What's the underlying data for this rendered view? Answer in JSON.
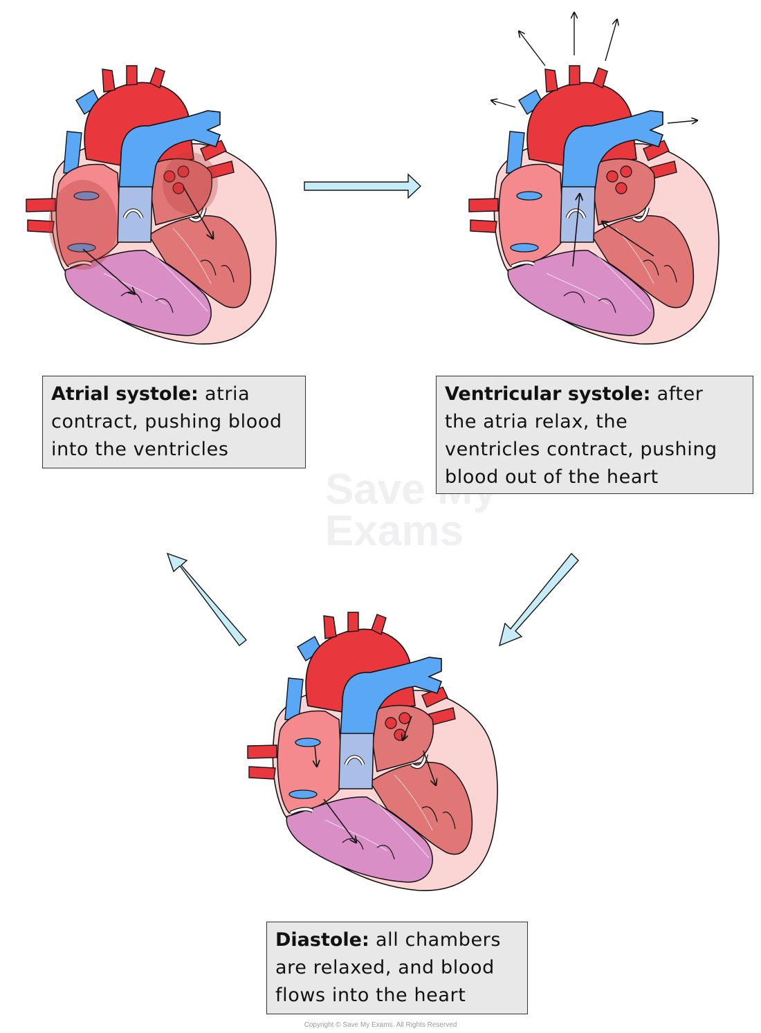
{
  "stages": {
    "atrial": {
      "term": "Atrial systole:",
      "description_lines": [
        "atria",
        "contract, pushing blood",
        "into the ventricles"
      ]
    },
    "ventricular": {
      "term": "Ventricular systole:",
      "description_lines": [
        "after",
        "the atria relax, the",
        "ventricles contract, pushing",
        "blood out of the heart"
      ]
    },
    "diastole": {
      "term": "Diastole:",
      "description_lines": [
        "all chambers",
        "are relaxed, and blood",
        "flows into the heart"
      ]
    }
  },
  "watermark": {
    "line1": "Save My",
    "line2": "Exams"
  },
  "copyright": "Copyright © Save My Exams. All Rights Reserved",
  "colors": {
    "artery_red": "#e8383d",
    "vein_blue": "#5aa8f5",
    "atrium_right": "#f48a8e",
    "ventricle_right": "#d98ec6",
    "ventricle_left": "#e07675",
    "heart_wall": "#fbd4d4",
    "cycle_arrow": "#c6ecf8",
    "label_bg": "#e8e8e8"
  }
}
